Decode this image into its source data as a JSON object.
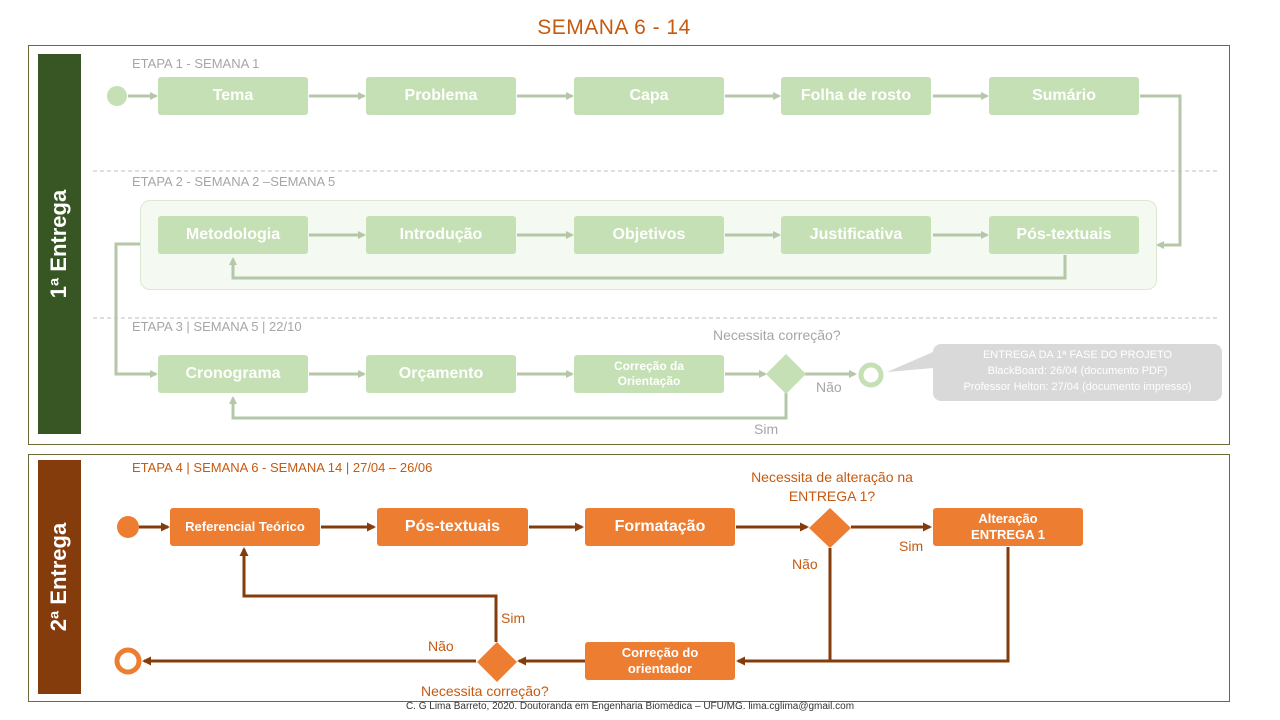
{
  "title": "SEMANA 6 - 14",
  "section1": {
    "side_label": "1ª Entrega",
    "stage1_label": "ETAPA 1 - SEMANA 1",
    "stage2_label": "ETAPA 2 - SEMANA 2 –SEMANA 5",
    "stage3_label": "ETAPA 3 | SEMANA 5 | 22/10",
    "row1": [
      "Tema",
      "Problema",
      "Capa",
      "Folha de rosto",
      "Sumário"
    ],
    "row2": [
      "Metodologia",
      "Introdução",
      "Objetivos",
      "Justificativa",
      "Pós-textuais"
    ],
    "row3": [
      "Cronograma",
      "Orçamento",
      "Correção da Orientação"
    ],
    "decision_question": "Necessita correção?",
    "decision_no": "Não",
    "decision_yes": "Sim",
    "callout": {
      "line1": "ENTREGA  DA 1ª FASE  DO PROJETO",
      "line2": "BlackBoard: 26/04 (documento PDF)",
      "line3": "Professor Helton: 27/04 (documento impresso)"
    }
  },
  "section2": {
    "side_label": "2ª Entrega",
    "stage4_label": "ETAPA 4 | SEMANA 6 - SEMANA 14 | 27/04 – 26/06",
    "referencial": "Referencial Teórico",
    "pos_textuais": "Pós-textuais",
    "formatacao": "Formatação",
    "alteracao": "Alteração ENTREGA  1",
    "correcao": "Correção do orientador",
    "decision1_question": "Necessita de alteração na ENTREGA 1?",
    "decision1_yes": "Sim",
    "decision1_no": "Não",
    "decision2_question": "Necessita correção?",
    "decision2_yes": "Sim",
    "decision2_no": "Não"
  },
  "footer": "C. G Lima Barreto, 2020. Doutoranda em Engenharia Biomédica – UFU/MG. lima.cglima@gmail.com",
  "colors": {
    "green_box": "#c5e0b4",
    "green_side": "#375623",
    "green_arrow": "#b4c7a8",
    "orange_box": "#ed7d31",
    "orange_side": "#843c0c",
    "orange_arrow": "#843c0c",
    "orange_text": "#c55a11"
  }
}
